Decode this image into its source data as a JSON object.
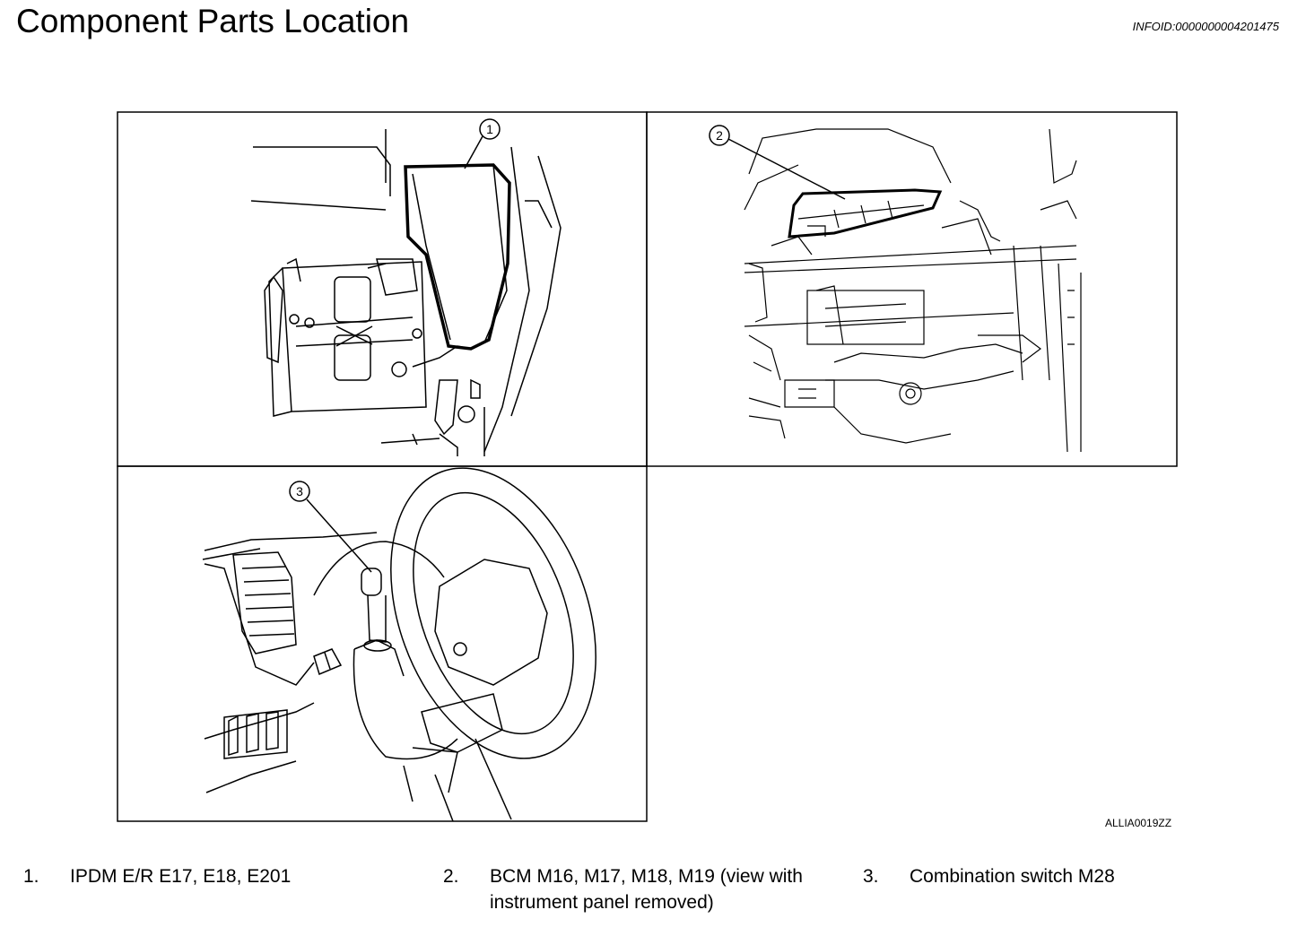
{
  "header": {
    "title": "Component Parts Location",
    "infoid": "INFOID:0000000004201475"
  },
  "figure": {
    "callouts": [
      "1",
      "2",
      "3"
    ],
    "code": "ALLIA0019ZZ"
  },
  "legend": [
    {
      "num": "1.",
      "text": "IPDM E/R E17, E18, E201"
    },
    {
      "num": "2.",
      "text": "BCM M16, M17, M18, M19 (view with instrument panel removed)"
    },
    {
      "num": "3.",
      "text": "Combination switch M28"
    }
  ]
}
